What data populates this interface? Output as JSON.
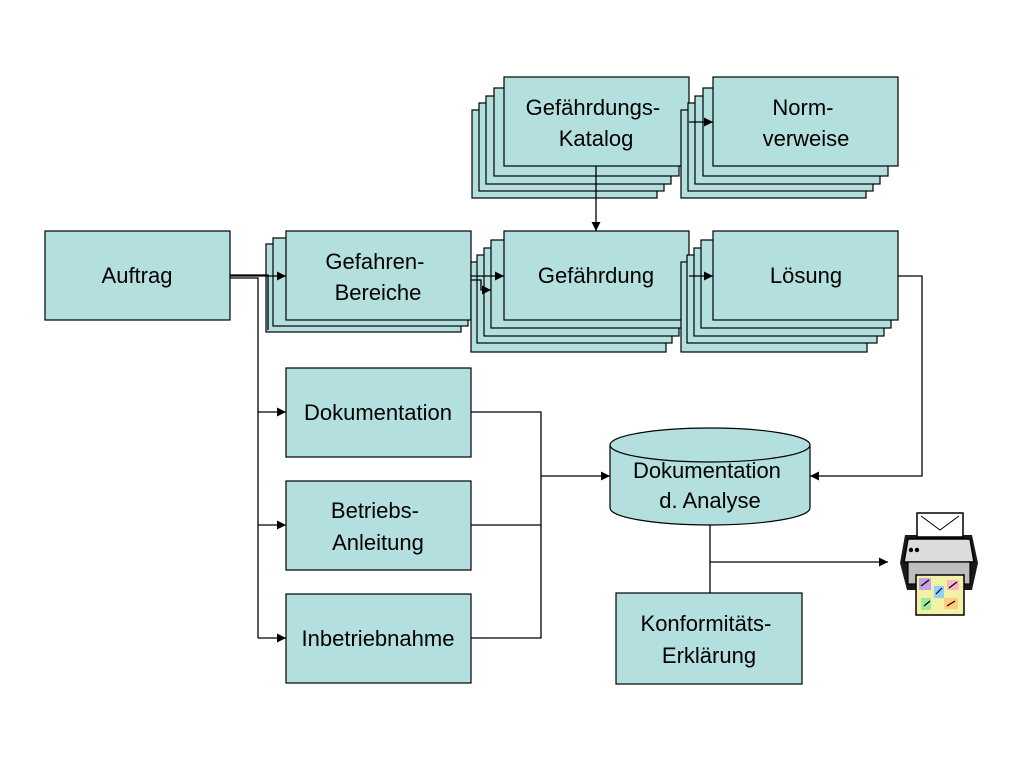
{
  "nodes": {
    "auftrag": {
      "lines": [
        "Auftrag"
      ]
    },
    "gefahren_bereiche": {
      "lines": [
        "Gefahren-",
        "Bereiche"
      ]
    },
    "gefaehrdungs_katalog": {
      "lines": [
        "Gefährdungs-",
        "Katalog"
      ]
    },
    "normverweise": {
      "lines": [
        "Norm-",
        "verweise"
      ]
    },
    "gefaehrdung": {
      "lines": [
        "Gefährdung"
      ]
    },
    "loesung": {
      "lines": [
        "Lösung"
      ]
    },
    "dokumentation": {
      "lines": [
        "Dokumentation"
      ]
    },
    "betriebs_anleitung": {
      "lines": [
        "Betriebs-",
        "Anleitung"
      ]
    },
    "inbetriebnahme": {
      "lines": [
        "Inbetriebnahme"
      ]
    },
    "dokumentation_analyse": {
      "lines": [
        "Dokumentation",
        "d. Analyse"
      ]
    },
    "konformitaets_erklaerung": {
      "lines": [
        "Konformitäts-",
        "Erklärung"
      ]
    }
  },
  "colors": {
    "box_fill": "#b3dfdf",
    "stroke": "#000000",
    "background": "#ffffff"
  },
  "icons": {
    "printer": "printer-icon"
  }
}
